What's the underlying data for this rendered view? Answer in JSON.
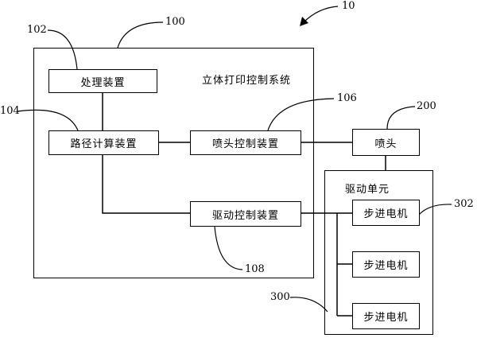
{
  "system": {
    "ref": "10",
    "outer_ref": "100",
    "title": "立体打印控制系统"
  },
  "blocks": {
    "processing": {
      "label": "处理装置",
      "ref": "102"
    },
    "path_calc": {
      "label": "路径计算装置",
      "ref": "104"
    },
    "nozzle_ctrl": {
      "label": "喷头控制装置",
      "ref": "106"
    },
    "drive_ctrl": {
      "label": "驱动控制装置",
      "ref": "108"
    },
    "nozzle": {
      "label": "喷头",
      "ref": "200"
    }
  },
  "drive_unit": {
    "title": "驱动单元",
    "ref": "300",
    "motor_ref": "302",
    "motors": [
      {
        "label": "步进电机"
      },
      {
        "label": "步进电机"
      },
      {
        "label": "步进电机"
      }
    ]
  }
}
